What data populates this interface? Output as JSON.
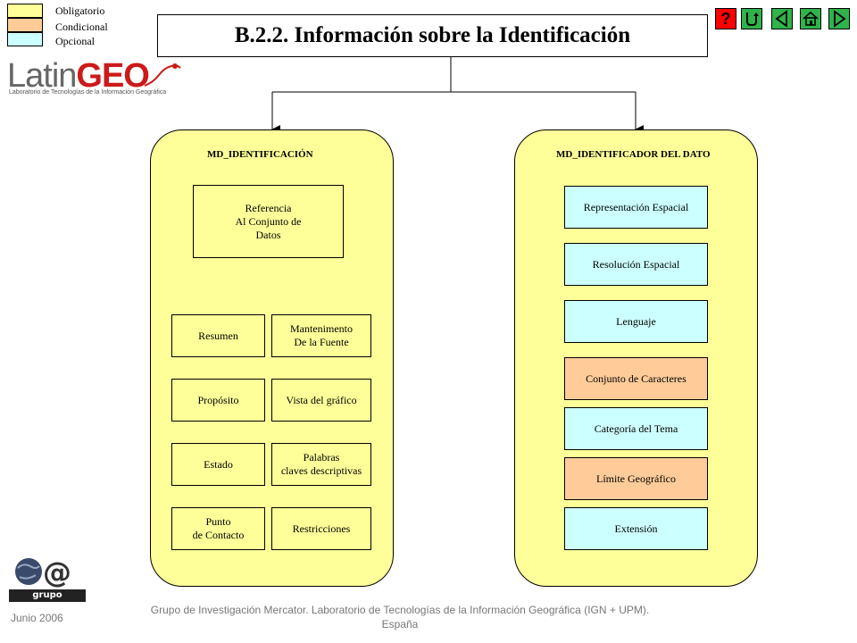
{
  "legend": [
    {
      "label": "Obligatorio",
      "color": "#ffff99"
    },
    {
      "label": "Condicional",
      "color": "#ffcc99"
    },
    {
      "label": "Opcional",
      "color": "#ccffff"
    }
  ],
  "title": "B.2.2. Información sobre la Identificación",
  "nav": {
    "help": "?",
    "buttons": [
      "return-icon",
      "back-icon",
      "home-icon",
      "forward-icon"
    ]
  },
  "logo": {
    "name_a": "Latin",
    "name_b": "GEO",
    "subtitle": "Laboratorio de Tecnologías de la Información Geográfica"
  },
  "left_panel": {
    "title": "MD_IDENTIFICACIÓN",
    "nodes": [
      {
        "text": "Referencia\nAl    Conjunto de\nDatos",
        "kind": "req"
      },
      {
        "text": "Resumen",
        "kind": "req"
      },
      {
        "text": "Mantenimento\nDe la Fuente",
        "kind": "req"
      },
      {
        "text": "Propósito",
        "kind": "req"
      },
      {
        "text": "Vista del gráfico",
        "kind": "req"
      },
      {
        "text": "Estado",
        "kind": "req"
      },
      {
        "text": "Palabras\nclaves descriptivas",
        "kind": "req"
      },
      {
        "text": "Punto\nde Contacto",
        "kind": "req"
      },
      {
        "text": "Restricciones",
        "kind": "req"
      }
    ]
  },
  "right_panel": {
    "title": "MD_IDENTIFICADOR  DEL DATO",
    "nodes": [
      {
        "text": "Representación Espacial",
        "kind": "opt"
      },
      {
        "text": "Resolución Espacial",
        "kind": "opt"
      },
      {
        "text": "Lenguaje",
        "kind": "opt"
      },
      {
        "text": "Conjunto de Caracteres",
        "kind": "cond"
      },
      {
        "text": "Categoría del Tema",
        "kind": "opt"
      },
      {
        "text": "Límite Geográfico",
        "kind": "cond"
      },
      {
        "text": "Extensión",
        "kind": "opt"
      }
    ]
  },
  "footer": {
    "org_logo": "grupo mercator",
    "date": "Junio 2006",
    "credit": "Grupo de Investigación Mercator. Laboratorio de Tecnologías de la Información Geográfica (IGN + UPM).",
    "country": "España"
  },
  "colors": {
    "required": "#ffff99",
    "conditional": "#ffcc99",
    "optional": "#ccffff",
    "nav_red": "#ff0000",
    "nav_green": "#2fb34a"
  }
}
